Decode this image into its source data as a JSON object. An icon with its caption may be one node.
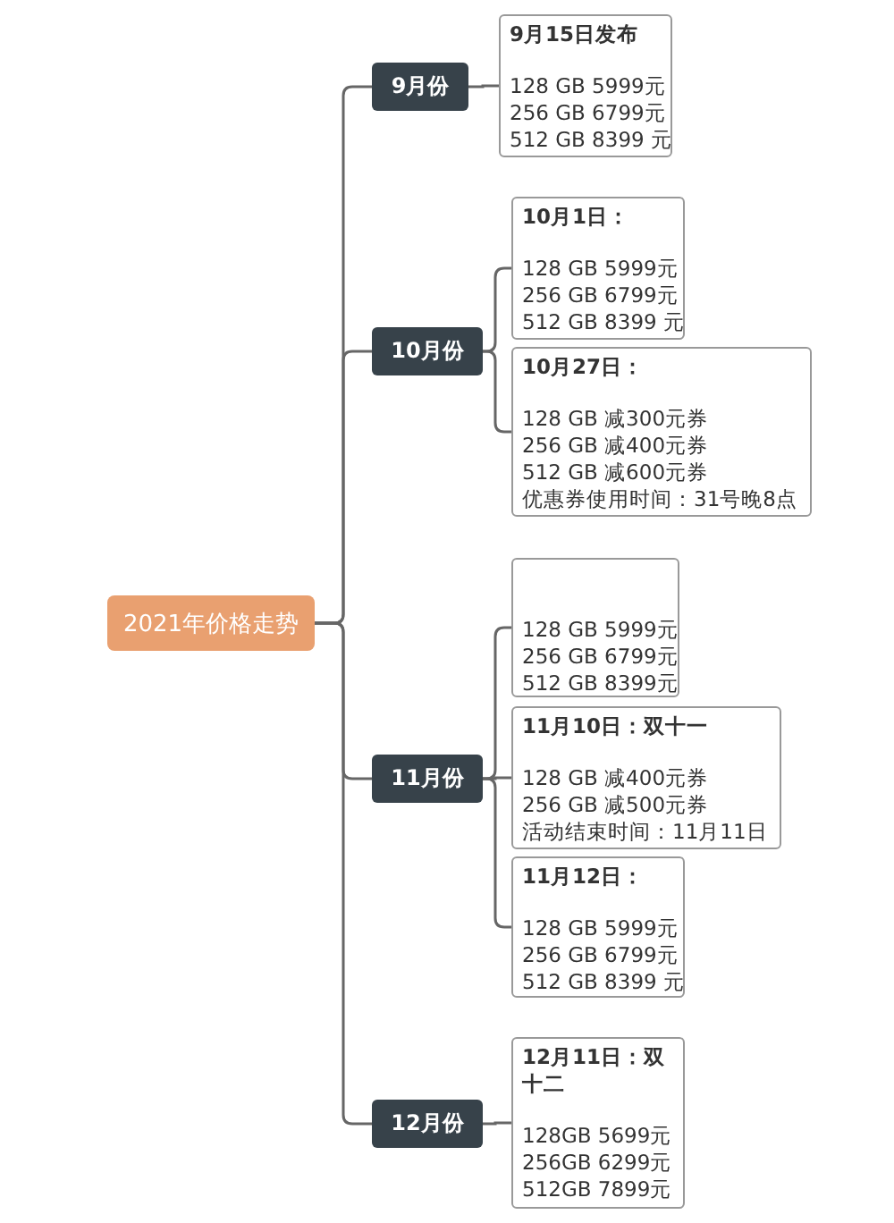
{
  "diagram": {
    "nodes": [
      {
        "text": [
          "2021年价格走势"
        ]
      },
      {
        "text": [
          "9月份"
        ]
      },
      {
        "text": [
          "9月15日发布",
          "128 GB 5999元",
          "256 GB 6799元",
          "512 GB 8399 元"
        ]
      },
      {
        "text": [
          "10月份"
        ]
      },
      {
        "text": [
          "10月1日：",
          "128 GB 5999元",
          "256 GB 6799元",
          "512 GB 8399 元"
        ]
      },
      {
        "text": [
          "10月27日：",
          "128 GB 减300元券",
          "256 GB 减400元券",
          "512 GB 减600元券",
          "优惠券使用时间：31号晚8点"
        ]
      },
      {
        "text": [
          "11月份"
        ]
      },
      {
        "text": [
          "128 GB 5999元",
          "256 GB 6799元",
          "512 GB 8399元"
        ]
      },
      {
        "text": [
          "11月10日：双十一",
          "128 GB 减400元券",
          "256 GB 减500元券",
          "活动结束时间：11月11日"
        ]
      },
      {
        "text": [
          "11月12日：",
          "128 GB 5999元",
          "256 GB 6799元",
          "512 GB 8399 元"
        ]
      },
      {
        "text": [
          "12月份"
        ]
      },
      {
        "text": [
          "12月11日：双十二",
          "128GB 5699元",
          "256GB 6299元",
          "512GB 7899元"
        ]
      }
    ],
    "edges": [
      {
        "from": 0,
        "to": 1,
        "arrow": "none"
      },
      {
        "from": 0,
        "to": 3,
        "arrow": "none"
      },
      {
        "from": 0,
        "to": 6,
        "arrow": "none"
      },
      {
        "from": 0,
        "to": 10,
        "arrow": "none"
      },
      {
        "from": 1,
        "to": 2,
        "arrow": "none"
      },
      {
        "from": 3,
        "to": 4,
        "arrow": "none"
      },
      {
        "from": 3,
        "to": 5,
        "arrow": "none"
      },
      {
        "from": 6,
        "to": 7,
        "arrow": "none"
      },
      {
        "from": 6,
        "to": 8,
        "arrow": "none"
      },
      {
        "from": 6,
        "to": 9,
        "arrow": "none"
      },
      {
        "from": 10,
        "to": 11,
        "arrow": "none"
      }
    ]
  }
}
